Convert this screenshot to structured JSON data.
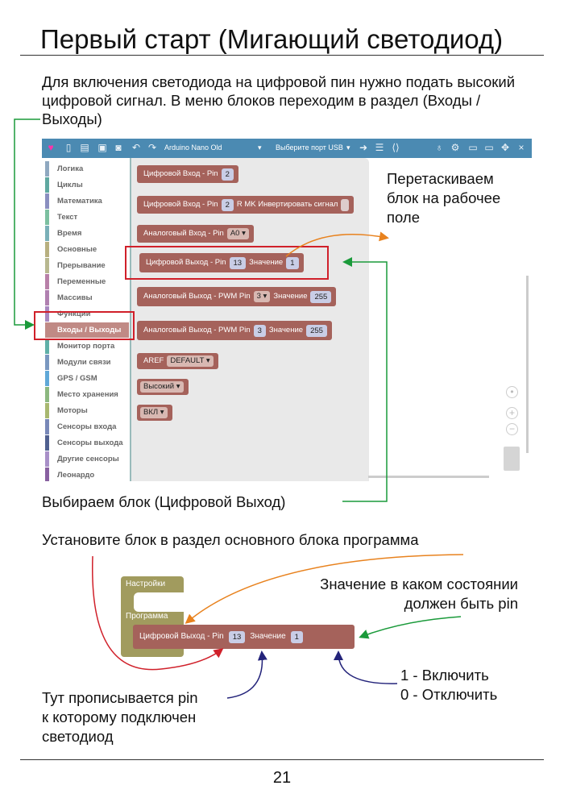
{
  "title": "Первый старт (Мигающий светодиод)",
  "intro": "Для включения светодиода на цифровой пин нужно подать высокий цифровой сигнал. В меню блоков переходим в раздел (Входы / Выходы)",
  "drag_note": [
    "Перетаскиваем",
    "блок на рабочее",
    "поле"
  ],
  "choose_note": "Выбираем блок (Цифровой Выход)",
  "install_note": "Установите блок в раздел основного блока программа",
  "value_note": [
    "Значение в каком состоянии",
    "должен быть pin"
  ],
  "onoff_note": [
    "1 - Включить",
    "0 - Отключить"
  ],
  "pin_note": [
    "Тут прописывается pin",
    "к которому подключен",
    "светодиод"
  ],
  "page_number": "21",
  "toolbar": {
    "board": "Arduino Nano Old",
    "port": "Выберите порт USB"
  },
  "sidebar": [
    {
      "label": "Логика",
      "color": "#8fa8c0"
    },
    {
      "label": "Циклы",
      "color": "#5fa8a0"
    },
    {
      "label": "Математика",
      "color": "#8a8fc0"
    },
    {
      "label": "Текст",
      "color": "#7cc0a0"
    },
    {
      "label": "Время",
      "color": "#7ab0b8"
    },
    {
      "label": "Основные",
      "color": "#b8b080"
    },
    {
      "label": "Прерывание",
      "color": "#b8b890"
    },
    {
      "label": "Переменные",
      "color": "#b880a8"
    },
    {
      "label": "Массивы",
      "color": "#b080b0"
    },
    {
      "label": "Функции",
      "color": "#a888c0"
    },
    {
      "label": "Входы / Выходы",
      "color": "#c08a85",
      "selected": true
    },
    {
      "label": "Монитор порта",
      "color": "#60b0a8"
    },
    {
      "label": "Модули связи",
      "color": "#7a98c0"
    },
    {
      "label": "GPS / GSM",
      "color": "#60a8d8"
    },
    {
      "label": "Место хранения",
      "color": "#8cb880"
    },
    {
      "label": "Моторы",
      "color": "#a8b870"
    },
    {
      "label": "Сенсоры входа",
      "color": "#7888b8"
    },
    {
      "label": "Сенсоры выхода",
      "color": "#506090"
    },
    {
      "label": "Другие сенсоры",
      "color": "#a890c8"
    },
    {
      "label": "Леонардо",
      "color": "#8860a0"
    }
  ],
  "blocks": {
    "b1": {
      "label": "Цифровой Вход - Pin",
      "pin": "2"
    },
    "b2": {
      "label": "Цифровой Вход - Pin",
      "pin": "2",
      "extra": "R MK Инвертировать сигнал"
    },
    "b3": {
      "label": "Аналоговый Вход - Pin",
      "pin": "A0"
    },
    "b4": {
      "label": "Цифровой Выход - Pin",
      "pin": "13",
      "value_label": "Значение",
      "value": "1"
    },
    "b5": {
      "label": "Аналоговый Выход - PWM Pin",
      "pin": "3",
      "value_label": "Значение",
      "value": "255"
    },
    "b6": {
      "label": "Аналоговый Выход - PWM Pin",
      "pin": "3",
      "value_label": "Значение",
      "value": "255"
    },
    "b7": {
      "label": "AREF",
      "option": "DEFAULT"
    },
    "b8": {
      "option": "Высокий"
    },
    "b9": {
      "option": "ВКЛ"
    }
  },
  "program": {
    "setup": "Настройки",
    "loop": "Программа",
    "block": "Цифровой Выход - Pin",
    "pin": "13",
    "value_label": "Значение",
    "value": "1"
  }
}
